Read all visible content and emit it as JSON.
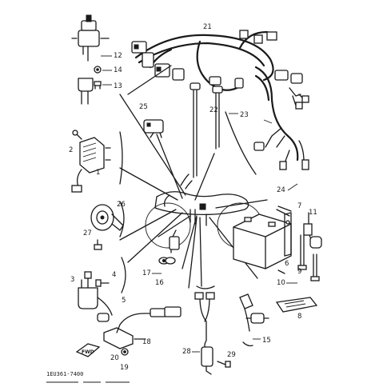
{
  "labels": {
    "p1": "1",
    "p2": "2",
    "p3": "3",
    "p4": "4",
    "p5": "5",
    "p6": "6",
    "p7": "7",
    "p8": "8",
    "p9": "9",
    "p10": "10",
    "p11": "11",
    "p12": "12",
    "p13": "13",
    "p14": "14",
    "p15": "15",
    "p16": "16",
    "p17": "17",
    "p18": "18",
    "p19": "19",
    "p20": "20",
    "p21": "21",
    "p22": "22",
    "p23": "23",
    "p24": "24",
    "p25": "25",
    "p26": "26",
    "p27": "27",
    "p28": "28",
    "p29": "29"
  },
  "fwd_marker": "FWD",
  "figure_code": "1EU361-7400"
}
